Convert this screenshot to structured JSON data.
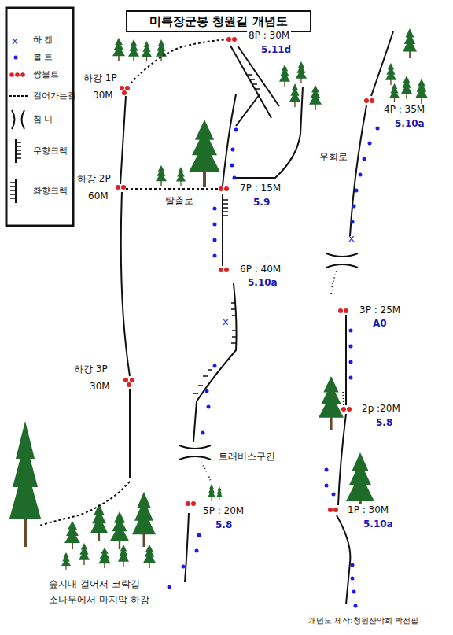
{
  "diagram": {
    "title": "미륵장군봉 청원길 개념도",
    "caption": "개념도 제작:청원산악회 박전필",
    "labels": [
      "8P : 30M",
      "5.11d",
      "하강 1P",
      "30M",
      "하강 2P",
      "60M",
      "7P : 15M",
      "5.9",
      "탈출로",
      "우회로",
      "6P : 40M",
      "5.10a",
      "하강 3P",
      "30M",
      "트래버스구간",
      "5P : 20M",
      "5.8",
      "숲지대 걸어서 코락길",
      "소나무에서 마지막 하강",
      "4P : 35M",
      "5.10a",
      "3P : 25M",
      "A0",
      "2p :20M",
      "5.8",
      "1P : 30M",
      "5.10a"
    ],
    "legend": [
      {
        "text": "하 켄"
      },
      {
        "text": "볼 트"
      },
      {
        "text": "쌍볼트"
      },
      {
        "text": "걸어가는길"
      },
      {
        "text": "침 니"
      },
      {
        "text": "우향크랙"
      },
      {
        "text": "좌향크랙"
      }
    ]
  }
}
